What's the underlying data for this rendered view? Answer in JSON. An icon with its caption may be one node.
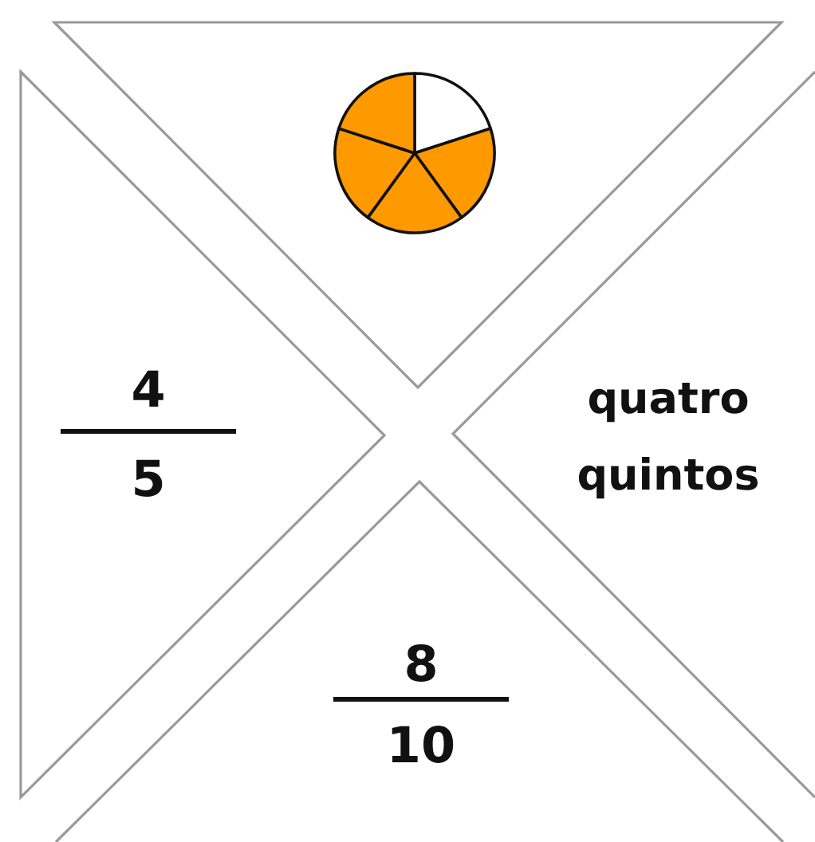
{
  "diagram": {
    "nodes": [
      {
        "text": [],
        "shape": "triangle"
      },
      {
        "text": [
          "4",
          "5"
        ]
      },
      {
        "text": [
          "quatro quintos"
        ]
      },
      {
        "text": [
          "8",
          "10"
        ]
      }
    ]
  }
}
